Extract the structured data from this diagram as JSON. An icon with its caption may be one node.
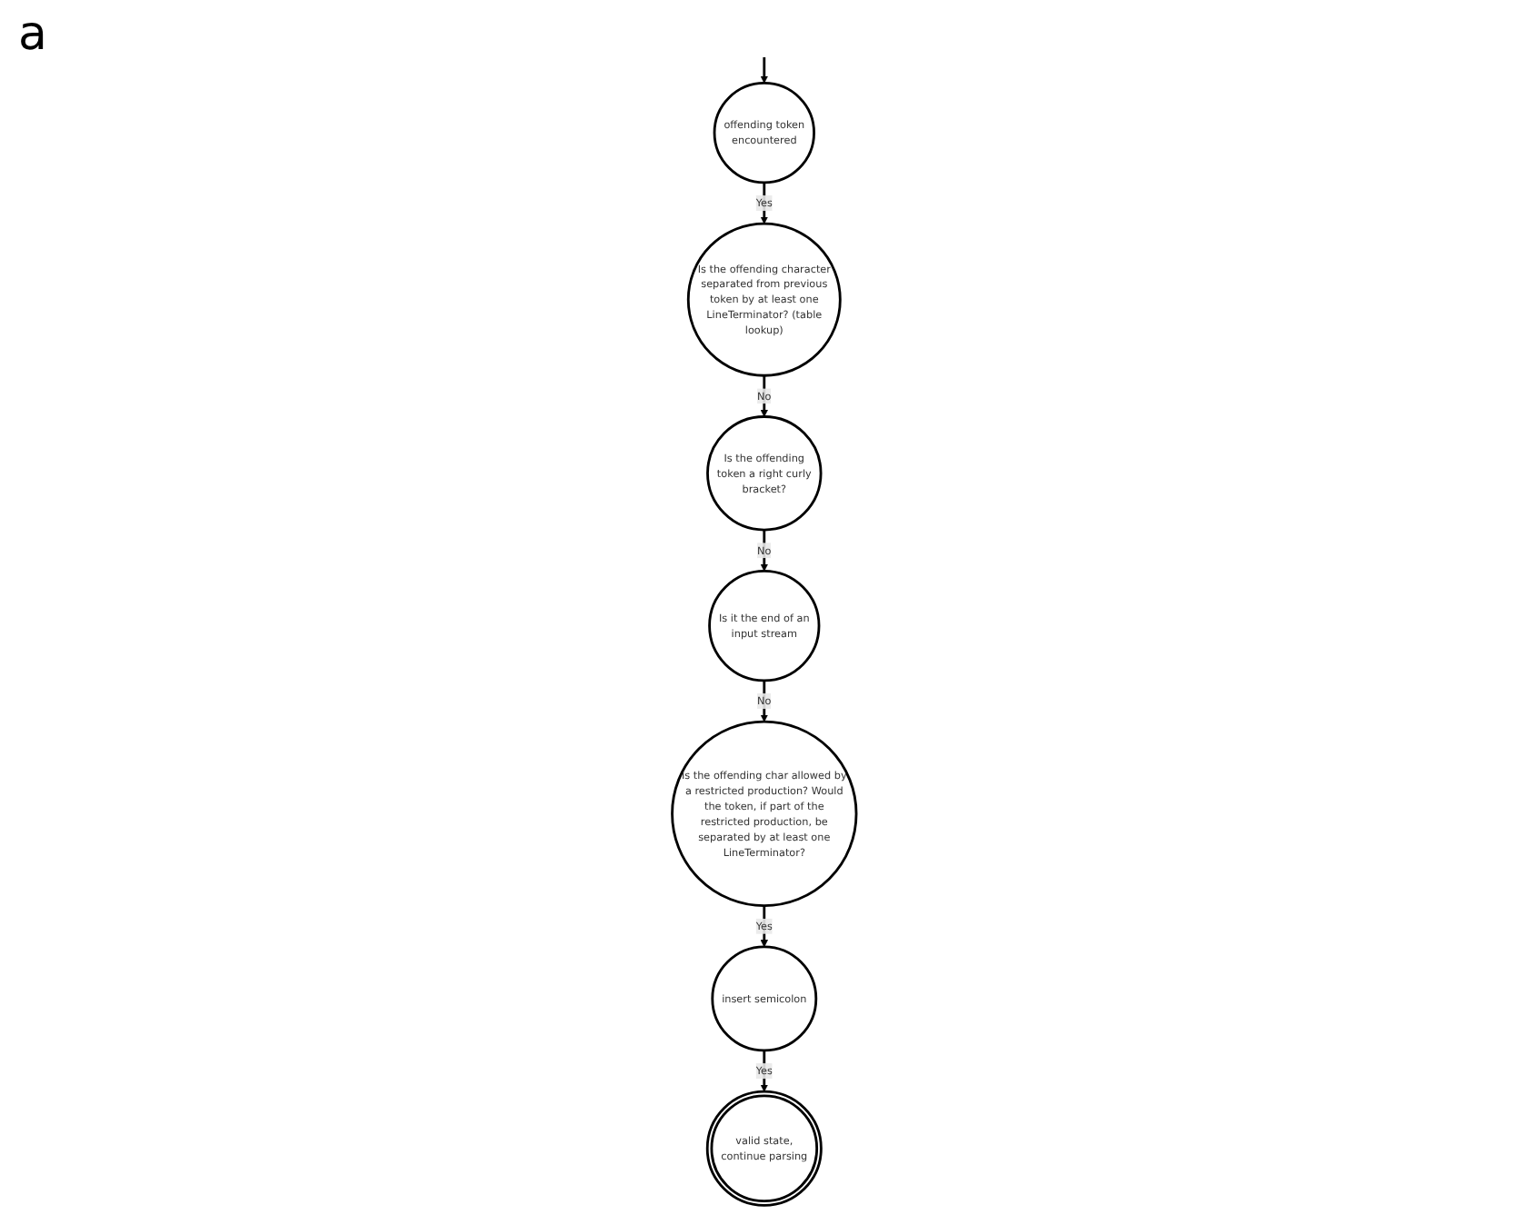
{
  "diagram": {
    "nodes": [
      {
        "text": [
          "offending token encountered"
        ]
      },
      {
        "text": [
          "Is the offending character separated from previous token by at least one LineTerminator? (table lookup)"
        ]
      },
      {
        "text": [
          "Is the offending token a right curly bracket?"
        ]
      },
      {
        "text": [
          "Is it the end of an input stream"
        ]
      },
      {
        "text": [
          "Is the offending char allowed by a restricted production? Would the token, if part of the restricted production, be separated by at least one LineTerminator?"
        ]
      },
      {
        "text": [
          "insert semicolon"
        ]
      },
      {
        "text": [
          "valid state, continue parsing"
        ]
      }
    ],
    "edges": [
      {
        "from": null,
        "to": 0,
        "arrow": "to"
      },
      {
        "from": 0,
        "to": 1,
        "label": "Yes",
        "arrow": "to"
      },
      {
        "from": 1,
        "to": 2,
        "label": "No",
        "arrow": "to"
      },
      {
        "from": 2,
        "to": 3,
        "label": "No",
        "arrow": "to"
      },
      {
        "from": 3,
        "to": 4,
        "label": "No",
        "arrow": "to"
      },
      {
        "from": 4,
        "to": 5,
        "label": "Yes",
        "arrow": "to"
      },
      {
        "from": 5,
        "to": 6,
        "label": "Yes",
        "arrow": "to"
      }
    ],
    "labels": [
      "a"
    ]
  }
}
